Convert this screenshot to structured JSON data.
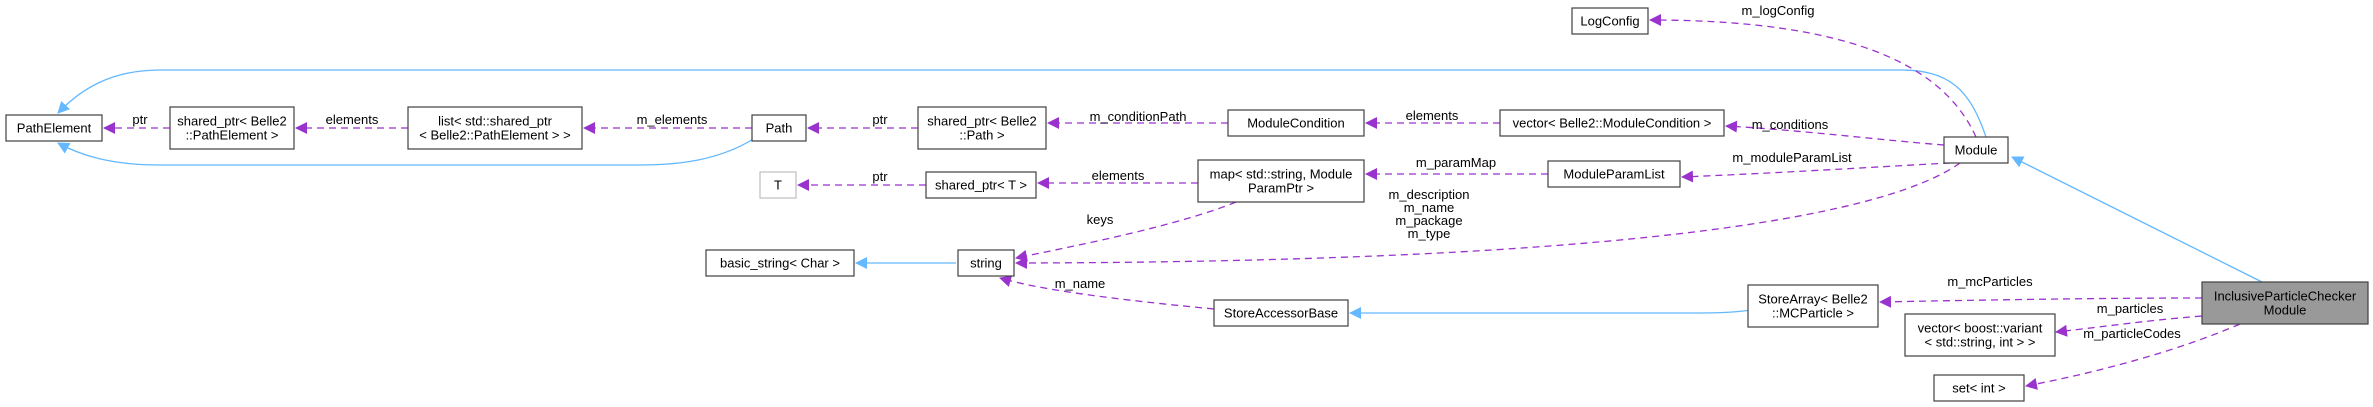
{
  "diagram": {
    "nodes": {
      "root": [
        "InclusiveParticleChecker",
        "Module"
      ],
      "module": [
        "Module"
      ],
      "logconfig": [
        "LogConfig"
      ],
      "pathelement": [
        "PathElement"
      ],
      "sharedptr_pathelement": [
        "shared_ptr< Belle2",
        "::PathElement >"
      ],
      "list_sharedptr": [
        "list< std::shared_ptr",
        "< Belle2::PathElement > >"
      ],
      "path": [
        "Path"
      ],
      "sharedptr_path": [
        "shared_ptr< Belle2",
        "::Path >"
      ],
      "modulecondition": [
        "ModuleCondition"
      ],
      "vector_modulecondition": [
        "vector< Belle2::ModuleCondition >"
      ],
      "t": [
        "T"
      ],
      "sharedptr_t": [
        "shared_ptr< T >"
      ],
      "map_string_moduleparamptr": [
        "map< std::string, Module",
        "ParamPtr >"
      ],
      "moduleparamlist": [
        "ModuleParamList"
      ],
      "basic_string": [
        "basic_string< Char >"
      ],
      "string": [
        "string"
      ],
      "storeaccessorbase": [
        "StoreAccessorBase"
      ],
      "storearray_mcparticle": [
        "StoreArray< Belle2",
        "::MCParticle >"
      ],
      "vector_variant": [
        "vector< boost::variant",
        "< std::string, int > >"
      ],
      "set_int": [
        "set< int >"
      ]
    },
    "edge_labels": {
      "m_logConfig": [
        "m_logConfig"
      ],
      "m_conditions": [
        "m_conditions"
      ],
      "m_moduleParamList": [
        "m_moduleParamList"
      ],
      "m_module_strings": [
        "m_description",
        "m_name",
        "m_package",
        "m_type"
      ],
      "m_mcParticles": [
        "m_mcParticles"
      ],
      "m_particles": [
        "m_particles"
      ],
      "m_particleCodes": [
        "m_particleCodes"
      ],
      "ptr_pathelement": [
        "ptr"
      ],
      "elements_list": [
        "elements"
      ],
      "m_elements": [
        "m_elements"
      ],
      "ptr_path": [
        "ptr"
      ],
      "m_conditionPath": [
        "m_conditionPath"
      ],
      "elements_modulecondition": [
        "elements"
      ],
      "ptr_t": [
        "ptr"
      ],
      "elements_map": [
        "elements"
      ],
      "m_paramMap": [
        "m_paramMap"
      ],
      "keys": [
        "keys"
      ],
      "m_name_store": [
        "m_name"
      ]
    },
    "colors": {
      "inheritance": "#63b8ff",
      "usage": "#9a32cd",
      "root_fill": "#999999",
      "border": "#404040"
    }
  }
}
